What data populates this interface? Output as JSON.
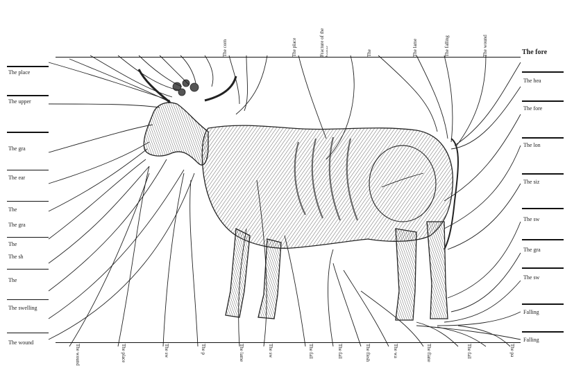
{
  "labels": {
    "right": {
      "r1": "The fore",
      "r2": "The hea",
      "r3": "The fore",
      "r4": "The lon",
      "r5": "The siz",
      "r6": "The sw",
      "r7": "The gra",
      "r8": "The sw",
      "r9": "Falling",
      "r10": "Falling"
    },
    "left": {
      "l1": "The place",
      "l2": "The upper",
      "l3": "The gra",
      "l4": "The ear",
      "l5": "The",
      "l6": "The gra",
      "l7": "The",
      "l8": "The sh",
      "l9": "The",
      "l10": "The swelling",
      "l11": "The wound"
    },
    "top": {
      "t6": "The corn",
      "t10": "The place",
      "t11": "Fracture of the bones",
      "t12": "The",
      "t13": "The lame",
      "t14": "The falling",
      "t15": "The wound"
    },
    "bottom": {
      "b1": "The wound",
      "b2": "The place",
      "b3": "The sw",
      "b4": "The p",
      "b5": "The lame",
      "b6": "The sw",
      "b7": "The fall",
      "b8": "The fall",
      "b9": "The flesh",
      "b10": "The wa",
      "b11": "The flane",
      "b12": "The fall",
      "b13": "The pa"
    }
  },
  "colors": {
    "ink": "#1a1a1a",
    "paper": "#ffffff",
    "hatch": "#4a4a4a"
  }
}
